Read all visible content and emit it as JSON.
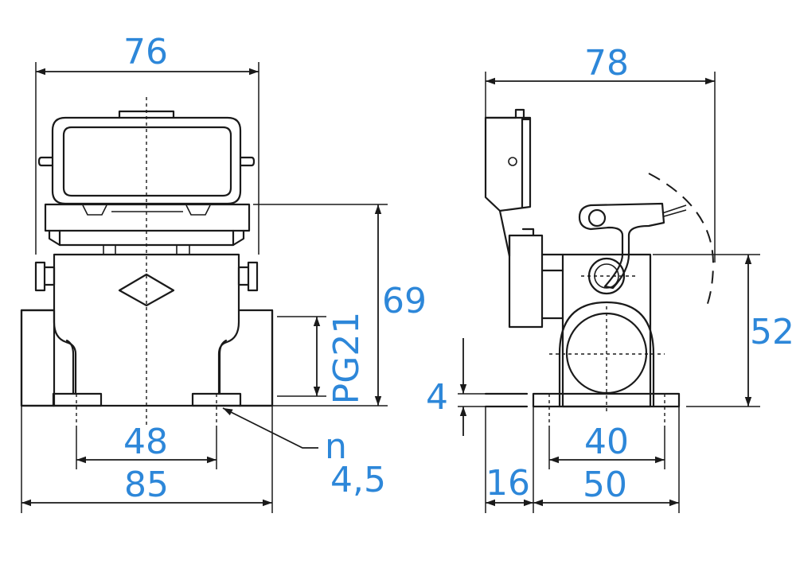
{
  "front_view": {
    "dims": {
      "top_width": "76",
      "height": "69",
      "thread": "PG21",
      "hole_spacing": "48",
      "base_width": "85",
      "hole_label_n": "n",
      "hole_label_value": "4,5"
    }
  },
  "side_view": {
    "dims": {
      "top_width": "78",
      "height": "52",
      "plate_thickness": "4",
      "hole_spacing": "40",
      "offset": "16",
      "base_width": "50"
    }
  }
}
